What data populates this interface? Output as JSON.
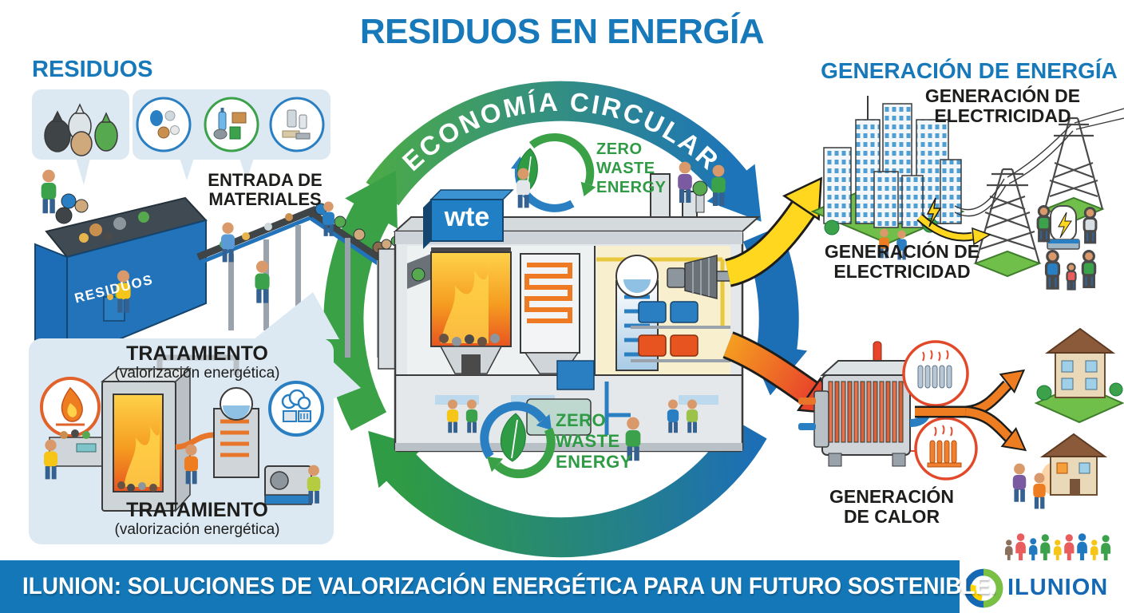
{
  "title": "RESIDUOS EN ENERGÍA",
  "left": {
    "residuos_heading": "RESIDUOS",
    "entrada_label": "ENTRADA DE MATERIALES",
    "hopper_label": "RESIDUOS",
    "treatment": {
      "title_top": "TRATAMIENTO",
      "subtitle_top": "(valorización energética)",
      "title_bottom": "TRATAMIENTO",
      "subtitle_bottom": "(valorización energética)"
    }
  },
  "center": {
    "arc_label": "ECONOMÍA CIRCULAR",
    "wte_label": "wte",
    "zero_waste_logo": {
      "line1": "ZERO",
      "line2": "WASTE",
      "line3": "ENERGY"
    }
  },
  "right": {
    "energy_heading": "GENERACIÓN DE ENERGÍA",
    "electricity_label_top": "GENERACIÓN DE ELECTRICIDAD",
    "electricity_label_bottom": "GENERACIÓN DE ELECTRICIDAD",
    "heat_label": "GENERACIÓN DE CALOR"
  },
  "footer": {
    "banner_text": "ILUNION: SOLUCIONES DE VALORIZACIÓN ENERGÉTICA PARA UN FUTURO SOSTENIBLE.",
    "brand": "ILUNION"
  },
  "colors": {
    "heading_blue": "#1779ba",
    "banner_blue": "#1478b8",
    "panel_blue": "#dce9f3",
    "ring_green": "#3aa147",
    "ring_blue": "#1d6fb5",
    "zero_waste_green": "#2f9b45",
    "arrow_yellow": "#ffd71e",
    "arrow_orange": "#f07d26",
    "arrow_red": "#e8432b",
    "ilunion_blue": "#1568b3"
  }
}
